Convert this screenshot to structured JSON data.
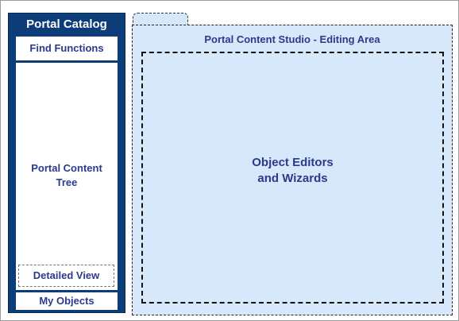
{
  "catalog": {
    "title": "Portal Catalog",
    "find_functions": "Find Functions",
    "content_tree": "Portal Content\nTree",
    "detailed_view": "Detailed View",
    "my_objects": "My Objects"
  },
  "studio": {
    "title": "Portal Content Studio - Editing Area",
    "editors": "Object Editors\nand Wizards"
  },
  "colors": {
    "catalog_bg": "#0d3d78",
    "studio_bg": "#d6e8f9",
    "text": "#2b3a8c"
  }
}
